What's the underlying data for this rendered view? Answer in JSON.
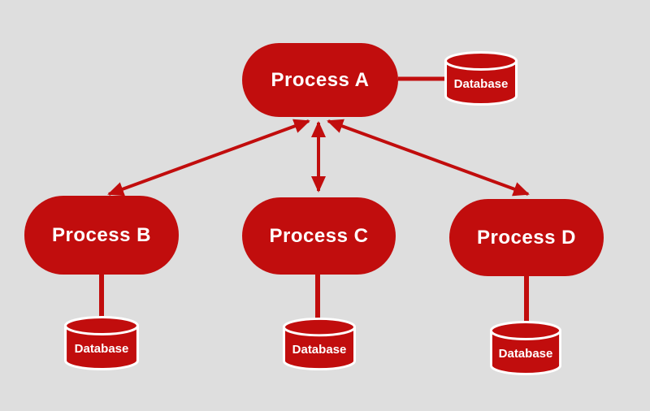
{
  "colors": {
    "red": "#C10D0D",
    "background": "#DEDEDE",
    "label": "#FFFFFF"
  },
  "nodes": {
    "process_a": {
      "label": "Process A"
    },
    "process_b": {
      "label": "Process B"
    },
    "process_c": {
      "label": "Process C"
    },
    "process_d": {
      "label": "Process D"
    },
    "database_a": {
      "label": "Database"
    },
    "database_b": {
      "label": "Database"
    },
    "database_c": {
      "label": "Database"
    },
    "database_d": {
      "label": "Database"
    }
  },
  "edges": [
    {
      "from": "process_a",
      "to": "database_a",
      "style": "plain-line"
    },
    {
      "from": "process_a",
      "to": "process_b",
      "style": "double-headed-arrow"
    },
    {
      "from": "process_a",
      "to": "process_c",
      "style": "double-headed-arrow"
    },
    {
      "from": "process_a",
      "to": "process_d",
      "style": "double-headed-arrow"
    },
    {
      "from": "process_b",
      "to": "database_b",
      "style": "plain-line"
    },
    {
      "from": "process_c",
      "to": "database_c",
      "style": "plain-line"
    },
    {
      "from": "process_d",
      "to": "database_d",
      "style": "plain-line"
    }
  ]
}
